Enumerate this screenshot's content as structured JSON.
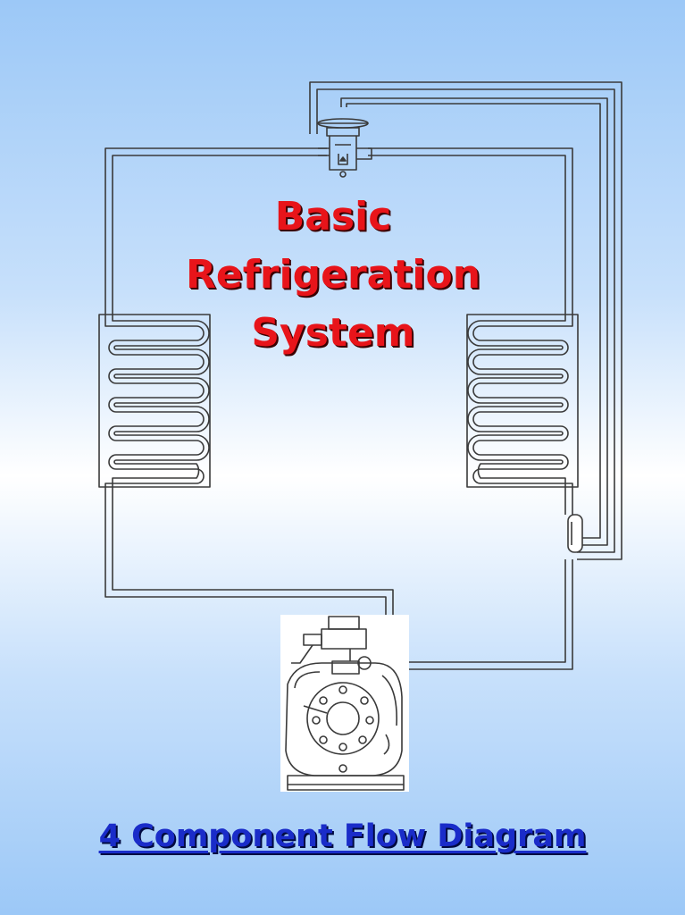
{
  "slide": {
    "title_lines": [
      "Basic",
      "Refrigeration",
      "System"
    ],
    "caption": "4 Component Flow Diagram",
    "colors": {
      "title": "#e8141a",
      "caption": "#1a2cc9",
      "pipe": "#3a3a3a",
      "background_edge": "#9cc8f7",
      "background_center": "#ffffff"
    }
  },
  "components": [
    {
      "id": "evaporator-coil",
      "icon": "coil-icon"
    },
    {
      "id": "condenser-coil",
      "icon": "coil-icon"
    },
    {
      "id": "expansion-valve",
      "icon": "valve-icon"
    },
    {
      "id": "compressor",
      "icon": "compressor-icon"
    },
    {
      "id": "receiver",
      "icon": "receiver-icon"
    }
  ]
}
